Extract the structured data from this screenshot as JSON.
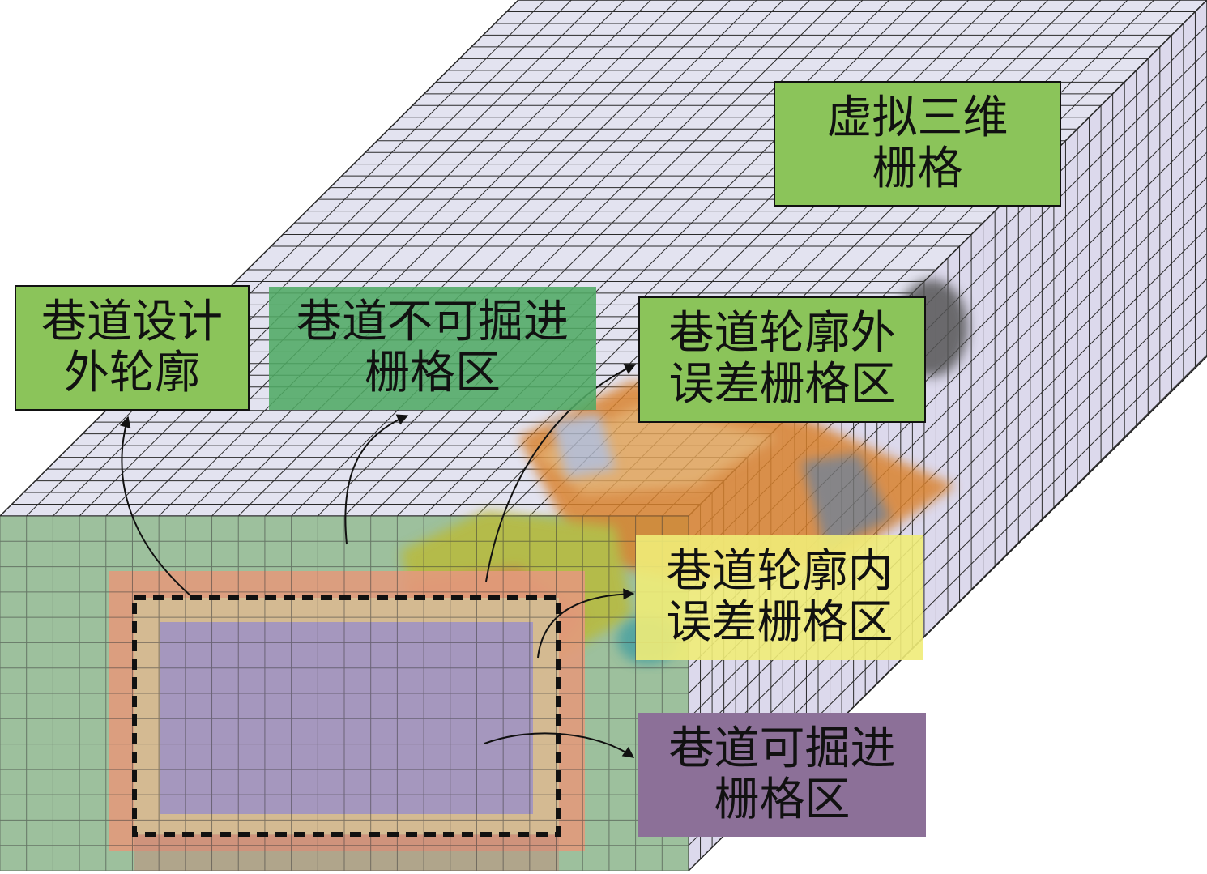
{
  "colors": {
    "grid_line": "#2a2a2a",
    "top_face": "#e3e3f0",
    "side_face": "#d9d6ea",
    "front_face": "#9dc09d",
    "orange_zone": "#e0987a",
    "tan_zone": "#cfb890",
    "purple_zone": "#a496bd",
    "label_green": "#8bc45a",
    "label_dark_green": "#5fae6c",
    "label_yellow": "#f0ec7c",
    "label_purple": "#8c7098",
    "machine_orange": "#d9822e",
    "machine_yellow": "#b9ba3a"
  },
  "labels": {
    "virtual_grid": {
      "line1": "虚拟三维",
      "line2": "栅格"
    },
    "design_outline": {
      "line1": "巷道设计",
      "line2": "外轮廓"
    },
    "no_dig_zone": {
      "line1": "巷道不可掘进",
      "line2": "栅格区"
    },
    "outer_error_zone": {
      "line1": "巷道轮廓外",
      "line2": "误差栅格区"
    },
    "inner_error_zone": {
      "line1": "巷道轮廓内",
      "line2": "误差栅格区"
    },
    "dig_zone": {
      "line1": "巷道可掘进",
      "line2": "栅格区"
    }
  },
  "icons": {
    "machine": "roadheader-machine-icon",
    "arrow": "arrowhead-icon"
  }
}
